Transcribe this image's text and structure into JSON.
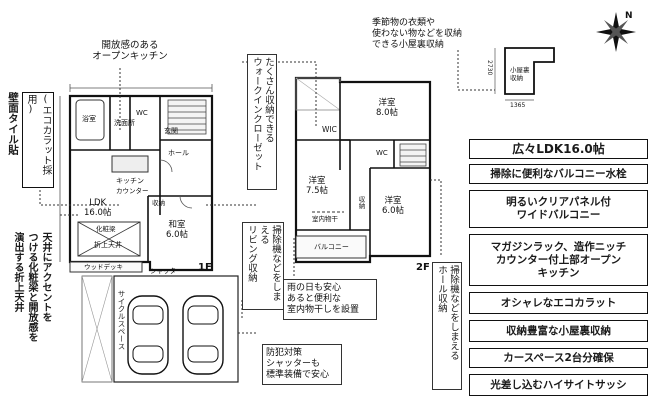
{
  "callouts": {
    "open_kitchen": "開放感のある\nオープンキッチン",
    "tile_wall": "壁面タイル貼",
    "ecocarat": "(エコカラット採用)",
    "ceiling": "天井にアクセントを\nつける化粧梁と開放感を\n演出する折上天井",
    "walkin": "たくさん収納できる\nウォークインクローゼット",
    "living_storage": "掃除機などをしまえる\nリビング収納",
    "hall_storage": "掃除機などをしまえる\nホール収納",
    "attic": "季節物の衣類や\n使わない物などを収納\nできる小屋裏収納",
    "rainy": "雨の日も安心\nあると便利な\n室内物干しを設置",
    "shutter": "防犯対策\nシャッターも\n標準装備で安心"
  },
  "features": [
    "広々LDK16.0帖",
    "掃除に便利なバルコニー水栓",
    "明るいクリアパネル付\nワイドバルコニー",
    "マガジンラック、造作ニッチ\nカウンター付上部オープン\nキッチン",
    "オシャレなエコカラット",
    "収納豊富な小屋裏収納",
    "カースペース2台分確保",
    "光差し込むハイサイトサッシ"
  ],
  "floor1": {
    "label": "1F",
    "rooms": {
      "ldk": "LDK\n16.0帖",
      "washroom": "洗面所",
      "bath": "浴室",
      "wc": "WC",
      "entrance": "玄関",
      "japanese": "和室\n6.0帖",
      "kitchen": "キッチン",
      "counter": "カウンター",
      "hall": "ホール",
      "closet": "収納",
      "ceiling_mark": "折上天井",
      "beam": "化粧梁",
      "cycle": "サイクルスペース",
      "shutter_label": "シャッター",
      "wood_deck": "ウッドデッキ"
    }
  },
  "floor2": {
    "label": "2F",
    "rooms": {
      "western1": "洋室\n8.0帖",
      "western2": "洋室\n7.5帖",
      "western3": "洋室\n6.0帖",
      "wic": "WIC",
      "balcony": "バルコニー",
      "drying": "室内物干",
      "closet": "収納",
      "wc": "WC"
    }
  },
  "attic_plan": {
    "label": "小屋裏\n収納",
    "dim_w": "1365",
    "dim_h": "2730"
  }
}
